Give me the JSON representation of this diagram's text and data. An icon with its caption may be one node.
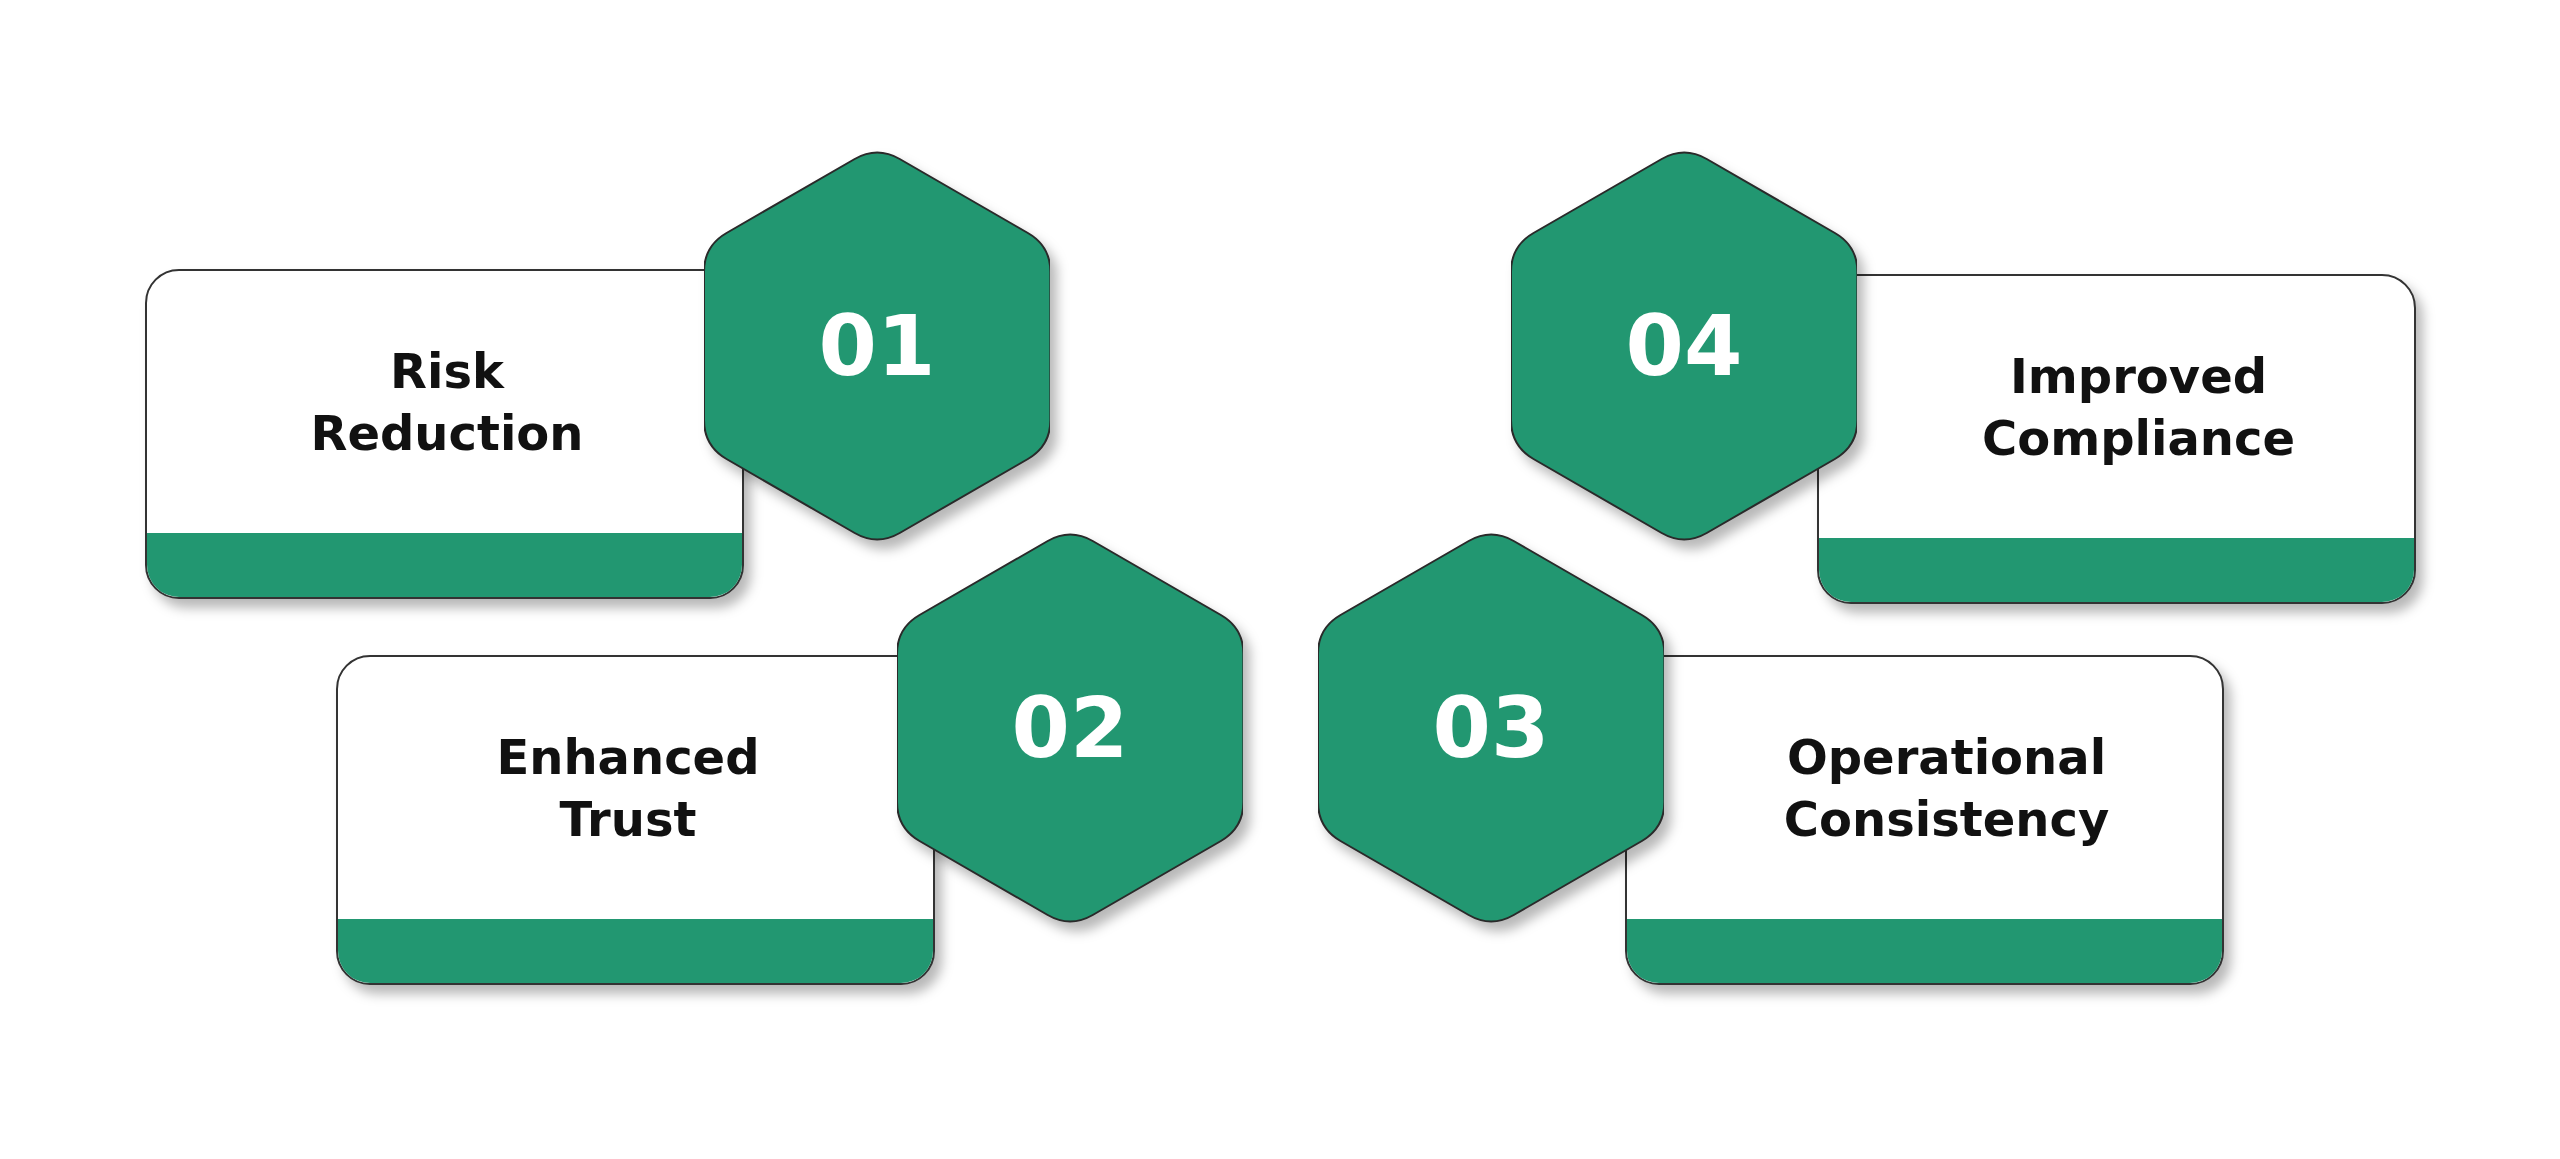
{
  "diagram": {
    "nodes": [
      {
        "text": [
          "Risk Reduction"
        ]
      },
      {
        "text": [
          "01"
        ]
      },
      {
        "text": [
          "04"
        ]
      },
      {
        "text": [
          "Improved Compliance"
        ]
      },
      {
        "text": [
          "Enhanced Trust"
        ]
      },
      {
        "text": [
          "02"
        ]
      },
      {
        "text": [
          "03"
        ]
      },
      {
        "text": [
          "Operational Consistency"
        ]
      }
    ]
  }
}
